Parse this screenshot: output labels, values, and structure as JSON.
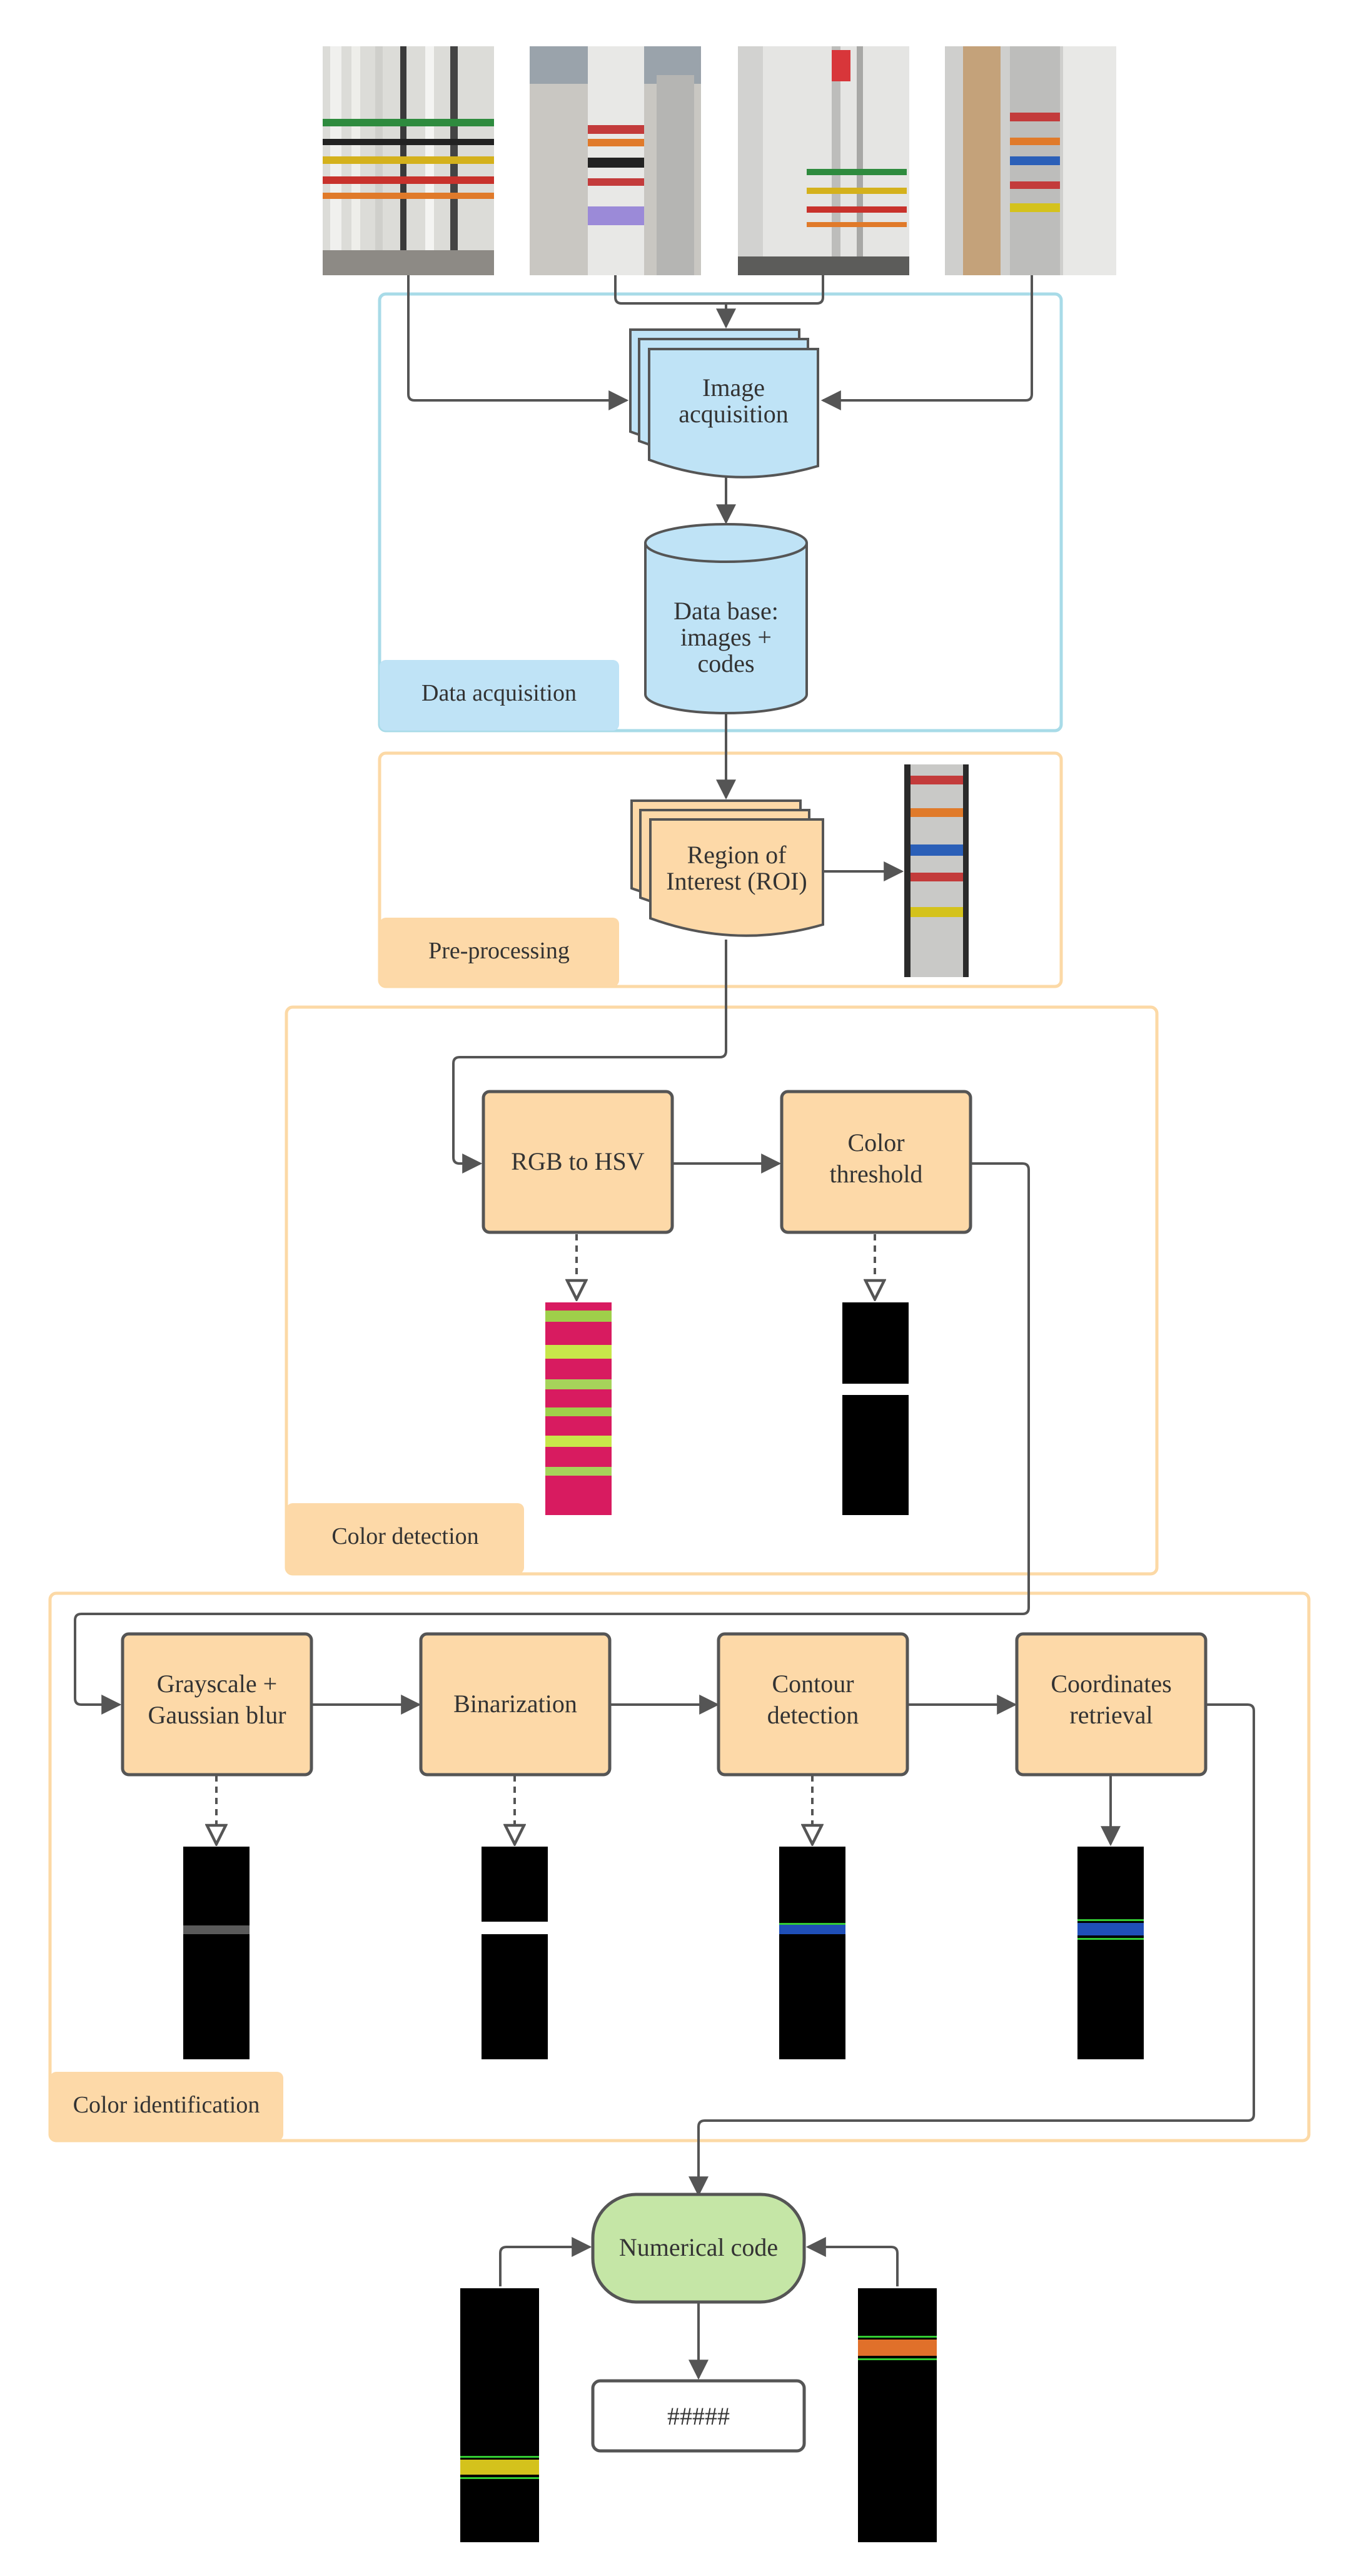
{
  "sections": {
    "data_acquisition": "Data acquisition",
    "pre_processing": "Pre-processing",
    "color_detection": "Color detection",
    "color_identification": "Color identification"
  },
  "nodes": {
    "image_acquisition": [
      "Image",
      "acquisition"
    ],
    "database": [
      "Data base:",
      "images +",
      "codes"
    ],
    "roi": [
      "Region of",
      "Interest (ROI)"
    ],
    "rgb_hsv": [
      "RGB to HSV"
    ],
    "color_threshold": [
      "Color",
      "threshold"
    ],
    "grayscale": [
      "Grayscale +",
      "Gaussian blur"
    ],
    "binarization": [
      "Binarization"
    ],
    "contour": [
      "Contour",
      "detection"
    ],
    "coordinates": [
      "Coordinates",
      "retrieval"
    ],
    "numerical_code": [
      "Numerical code"
    ],
    "output_code": [
      "#####"
    ]
  },
  "colors": {
    "blue_border": "#a8dbe8",
    "blue_fill": "#bfe3f6",
    "orange_border": "#fcd9a6",
    "orange_fill": "#fdd9a8",
    "green_fill": "#c5e6a6",
    "stroke": "#555555"
  }
}
